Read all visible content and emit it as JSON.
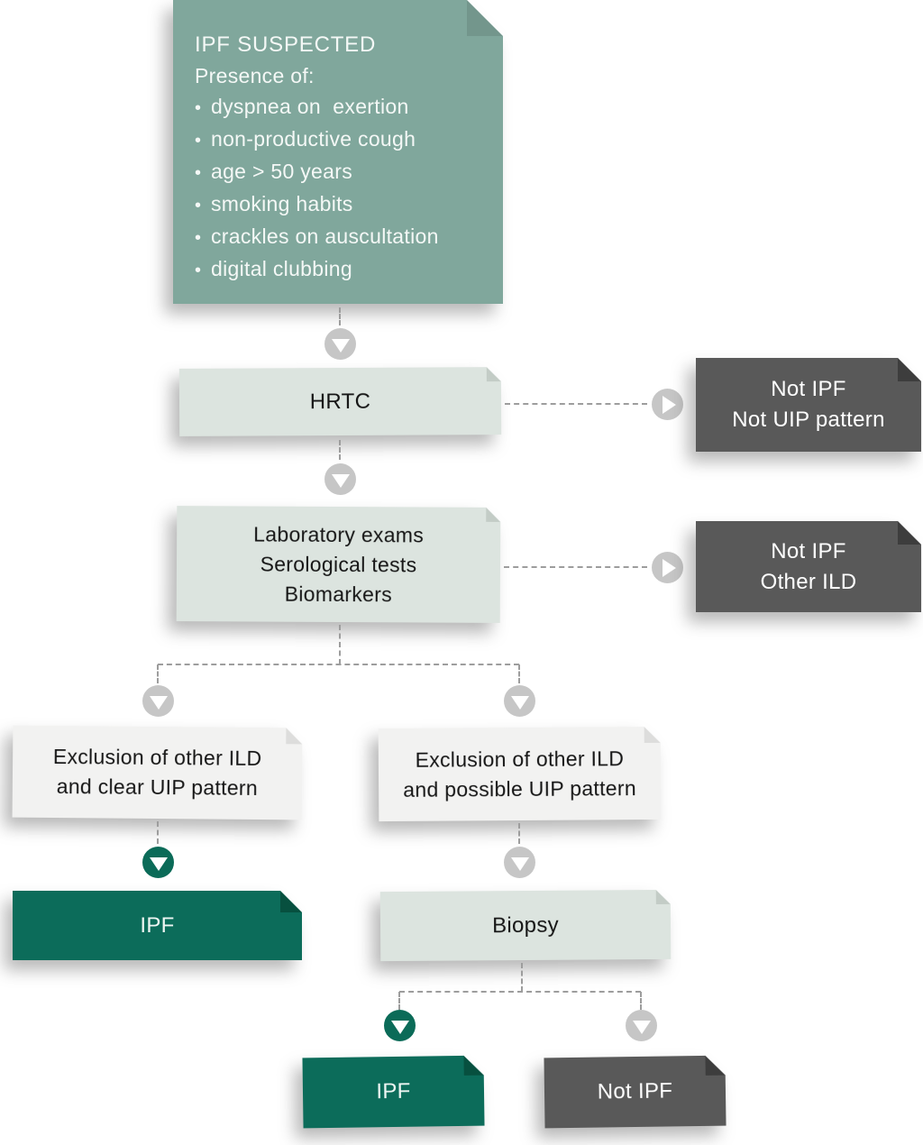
{
  "palette": {
    "sage_green": "#80a79c",
    "pale_green": "#dce4df",
    "paper_white": "#f2f2f1",
    "dark_gray": "#595959",
    "dark_green": "#0c6c5a",
    "arrow_circle_gray": "#c6c6c6",
    "arrow_circle_green": "#0b6b58",
    "connector_gray": "#9d9d9d",
    "text_dark": "#161616",
    "text_light": "#ffffff"
  },
  "icons": {
    "arrow_down": "▼",
    "arrow_right": "▶"
  },
  "nodes": {
    "suspected": {
      "title": "IPF SUSPECTED",
      "subtitle": "Presence of:",
      "bullet_char": "•",
      "bullets": [
        "dyspnea on  exertion",
        "non-productive cough",
        "age > 50 years",
        "smoking habits",
        "crackles on auscultation",
        "digital clubbing"
      ]
    },
    "hrtc": {
      "label": "HRTC"
    },
    "not_ipf_not_uip": {
      "line1": "Not IPF",
      "line2": "Not UIP pattern"
    },
    "labs": {
      "line1": "Laboratory exams",
      "line2": "Serological tests",
      "line3": "Biomarkers"
    },
    "not_ipf_other_ild": {
      "line1": "Not IPF",
      "line2": "Other ILD"
    },
    "exclusion_clear": {
      "line1": "Exclusion of other ILD",
      "line2": "and clear UIP pattern"
    },
    "exclusion_possible": {
      "line1": "Exclusion of other ILD",
      "line2": "and possible UIP pattern"
    },
    "ipf_left": {
      "label": "IPF"
    },
    "biopsy": {
      "label": "Biopsy"
    },
    "ipf_bottom": {
      "label": "IPF"
    },
    "not_ipf_bottom": {
      "label": "Not IPF"
    }
  }
}
